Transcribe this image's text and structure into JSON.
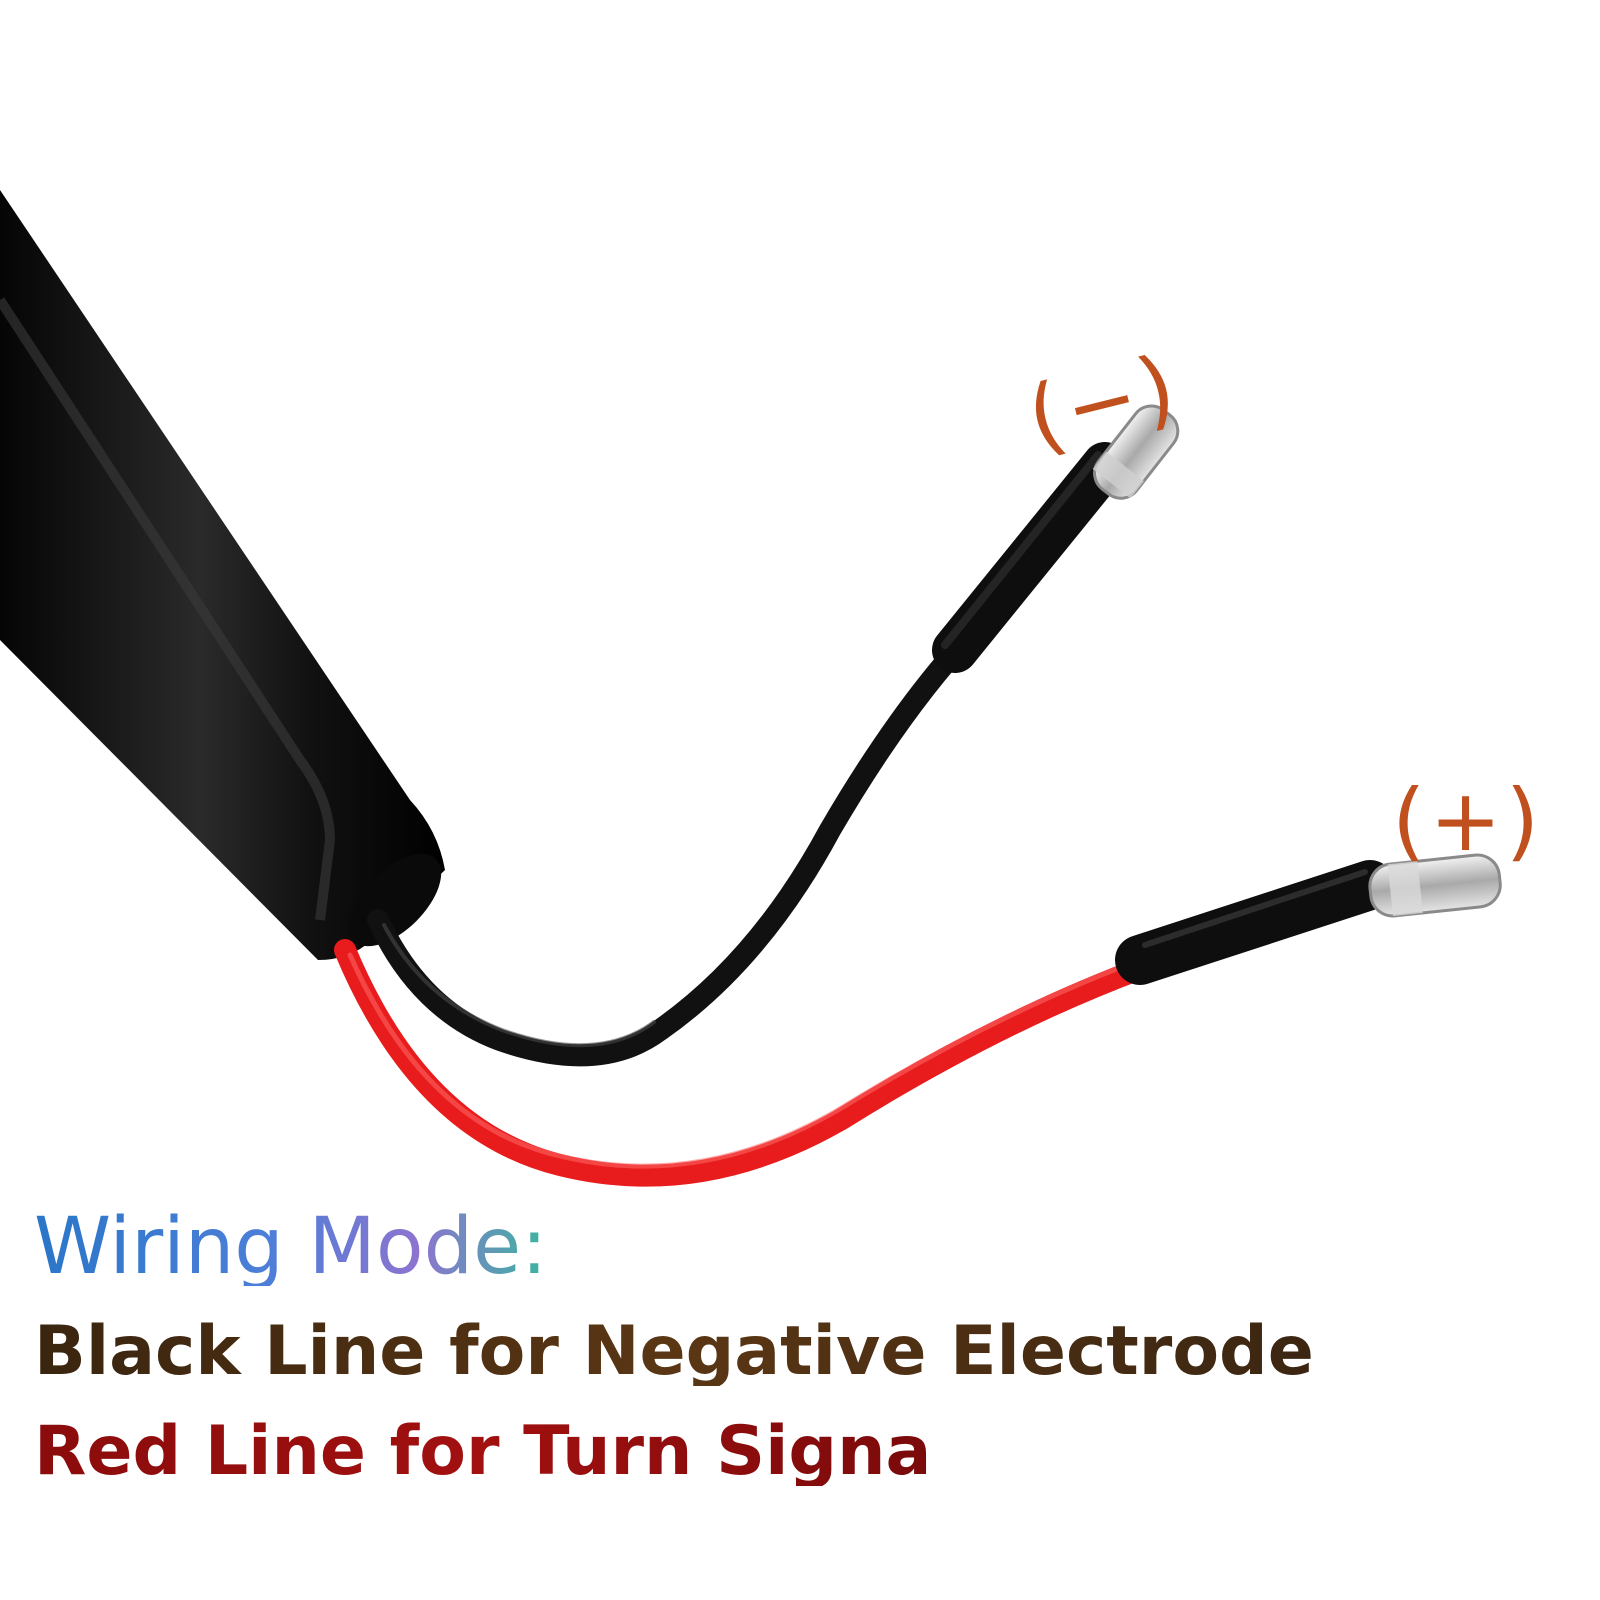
{
  "colors": {
    "background": "#ffffff",
    "cable_black": "#111111",
    "wire_red": "#e81c1c",
    "terminal_silver": "#cfcfcf",
    "polarity_label": "#c0501e"
  },
  "labels": {
    "negative": "(−)",
    "positive": "(+)"
  },
  "caption": {
    "title": "Wiring Mode:",
    "black_line": "Black Line for Negative Electrode",
    "red_line": "Red Line for Turn Signa"
  }
}
